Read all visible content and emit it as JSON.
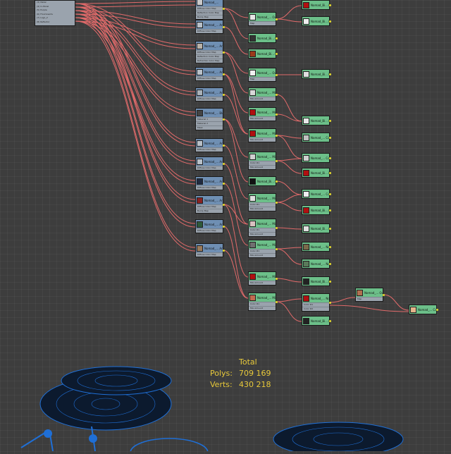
{
  "material_selector": {
    "items": [
      "(3) Metal",
      "(4) In-Panel",
      "(5) Purple",
      "(6) Floorboards",
      "(7) Logo_2",
      "(8) Reflector"
    ]
  },
  "nodes": {
    "map_left": [
      {
        "title": "Nomad_...",
        "slots": [
          "Diffuse Color Map",
          "Reflection Color Map",
          "Bump Map"
        ],
        "thumb": "#c9c9c9"
      },
      {
        "title": "Nomad_... Arch & De...",
        "slots": [
          "Diffuse Color Map"
        ],
        "thumb": "#b8c0c8"
      },
      {
        "title": "Nomad_... Arch & De...",
        "slots": [
          "Diffuse Color Map",
          "Reflection Color Map",
          "Refraction Color Map"
        ],
        "thumb": "#b9b2a8"
      },
      {
        "title": "Nomad_... Arch & De...",
        "slots": [
          "Diffuse Color Map"
        ],
        "thumb": "#b8c0c8"
      },
      {
        "title": "Nomad_... Arch & De...",
        "slots": [
          "Diffuse Color Map"
        ],
        "thumb": "#a9b1b8"
      },
      {
        "title": "Nomad_... Blend",
        "slots": [
          "Material 1",
          "Material 2",
          "Mask"
        ],
        "thumb": "#444444"
      },
      {
        "title": "Nomad_... Arch & De...",
        "slots": [
          "Diffuse Color Map"
        ],
        "thumb": "#b8c0c8"
      },
      {
        "title": "Nomad_... Arch & De...",
        "slots": [
          "Diffuse Color Map"
        ],
        "thumb": "#b8c0c8"
      },
      {
        "title": "Nomad_... Arch & De...",
        "slots": [
          "Diffuse Color Map"
        ],
        "thumb": "#202a40"
      },
      {
        "title": "Nomad_... Arch & De...",
        "slots": [
          "Diffuse Color Map",
          "Bump Map"
        ],
        "thumb": "#8a2222"
      },
      {
        "title": "Nomad_... Arch & De...",
        "slots": [
          "Diffuse Color Map"
        ],
        "thumb": "#2e5a3a"
      },
      {
        "title": "Nomad_... Arch & De...",
        "slots": [
          "Diffuse Color Map"
        ],
        "thumb": "#9a7a5a"
      }
    ],
    "map_mid": [
      {
        "title": "Nomad_... Output",
        "slots": [
          "Map"
        ],
        "thumb": "#e5e5e5"
      },
      {
        "title": "Nomad_Bi... Bitmap",
        "slots": [],
        "thumb": "#333333"
      },
      {
        "title": "Nomad_Bi... Bitmap",
        "slots": [],
        "thumb": "#9a3a1a"
      },
      {
        "title": "Nomad_... Output",
        "slots": [
          "Map"
        ],
        "thumb": "#f0f0f0"
      },
      {
        "title": "Nomad_... Mix",
        "slots": [
          "Mix Amount"
        ],
        "thumb": "#d8d8d8"
      },
      {
        "title": "Nomad_... Mix",
        "slots": [
          "Mix Amount"
        ],
        "thumb": "#b01010"
      },
      {
        "title": "Nomad_... Mix",
        "slots": [
          "Mix Amount"
        ],
        "thumb": "#b01010"
      },
      {
        "title": "Nomad_... Mix",
        "slots": [
          "Color #1",
          "Mix Amount"
        ],
        "thumb": "#d0d0d0"
      },
      {
        "title": "Nomad_Bi... Bitmap",
        "slots": [],
        "thumb": "#111111"
      },
      {
        "title": "Nomad_... Mix",
        "slots": [
          "Color #1",
          "Mix Amount"
        ],
        "thumb": "#e0e0e0"
      },
      {
        "title": "Nomad_... Mix",
        "slots": [
          "Color #1",
          "Mix Amount"
        ],
        "thumb": "#d8c0c0"
      },
      {
        "title": "Nomad_... Mix",
        "slots": [
          "Color #1",
          "Mix Amount"
        ],
        "thumb": "#707070"
      },
      {
        "title": "Nomad_... Mix",
        "slots": [
          "Mix Amount"
        ],
        "thumb": "#b01010"
      },
      {
        "title": "Nomad_... Mix",
        "slots": [
          "Color #1",
          "Mix Amount"
        ],
        "thumb": "#c06a50"
      }
    ],
    "map_right": [
      {
        "title": "Nomad_Bi... Bitmap",
        "slots": [],
        "thumb": "#b01010"
      },
      {
        "title": "Nomad_Bi... Bitmap",
        "slots": [],
        "thumb": "#eeeeee"
      },
      {
        "title": "Nomad_Bi... Bitmap",
        "slots": [],
        "thumb": "#e0e0e0"
      },
      {
        "title": "Nomad_Bi... Bitmap",
        "slots": [],
        "thumb": "#e8e8e8"
      },
      {
        "title": "Nomad_... Color Cor...",
        "slots": [],
        "thumb": "#c0c0c0"
      },
      {
        "title": "Nomad_... Color Cor...",
        "slots": [],
        "thumb": "#d0d0d0"
      },
      {
        "title": "Nomad_Bi... Bitmap",
        "slots": [],
        "thumb": "#b01010"
      },
      {
        "title": "Nomad_... Color Cor...",
        "slots": [],
        "thumb": "#f0f0f0"
      },
      {
        "title": "Nomad_Bi... Bitmap",
        "slots": [],
        "thumb": "#b01010"
      },
      {
        "title": "Nomad_Bi... Bitmap",
        "slots": [],
        "thumb": "#e0e0e0"
      },
      {
        "title": "Nomad_... Noise",
        "slots": [],
        "thumb": "#7a6a4a"
      },
      {
        "title": "Nomad_... Noise",
        "slots": [],
        "thumb": "#5a7a5a"
      },
      {
        "title": "Nomad_Bi... Bitmap",
        "slots": [],
        "thumb": "#222222"
      },
      {
        "title": "Nomad_... Noise",
        "slots": [
          "Color #1",
          "Color #2"
        ],
        "thumb": "#b01010"
      },
      {
        "title": "Nomad_Bi... Bitmap",
        "slots": [],
        "thumb": "#222222"
      }
    ],
    "output_a": {
      "title": "Nomad_... Output",
      "slots": [
        "Map"
      ],
      "thumb": "#b07050"
    },
    "output_b": {
      "title": "Nomad_... Color Cor...",
      "slots": [],
      "thumb": "#e6b48a"
    }
  },
  "stats": {
    "header": "Total",
    "polys_label": "Polys:",
    "polys_value": "709 169",
    "verts_label": "Verts:",
    "verts_value": "430 218"
  },
  "colors": {
    "wire": "#e06a6a",
    "pin": "#e7de2e",
    "stats_text": "#e8c93a",
    "wireframe": "#1f6fd6"
  }
}
